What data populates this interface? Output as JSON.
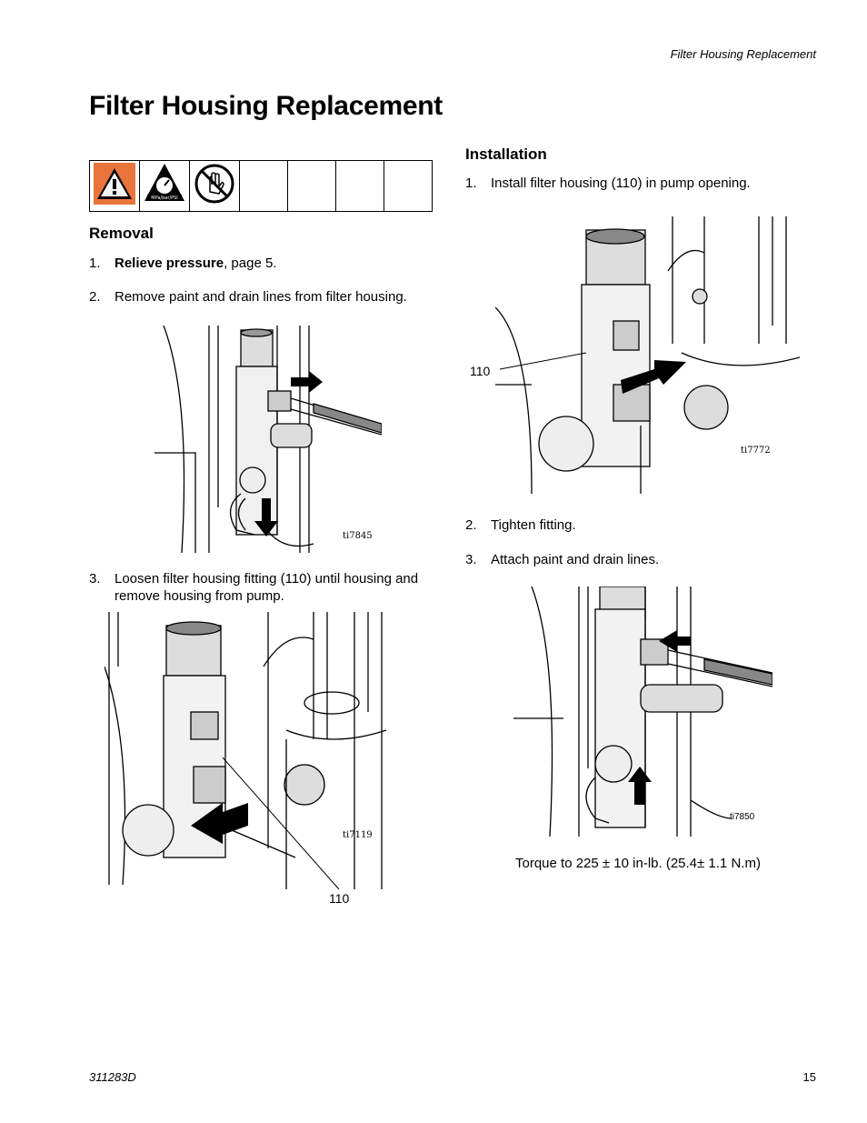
{
  "header": {
    "section_title": "Filter Housing Replacement"
  },
  "page": {
    "title": "Filter Housing Replacement"
  },
  "warning_icons": [
    {
      "name": "warning-triangle-icon"
    },
    {
      "name": "pressure-icon",
      "label": "MPa/bar/PSI"
    },
    {
      "name": "no-hand-icon"
    }
  ],
  "removal": {
    "heading": "Removal",
    "steps": [
      {
        "num": "1.",
        "bold": "Relieve pressure",
        "text": ", page 5."
      },
      {
        "num": "2.",
        "text": "Remove paint and drain lines from filter housing."
      },
      {
        "num": "3.",
        "text": "Loosen filter housing fitting (110) until housing and remove housing from pump."
      }
    ],
    "fig1_code": "ti7845",
    "fig2_code": "ti7119",
    "fig2_callout": "110"
  },
  "installation": {
    "heading": "Installation",
    "steps": [
      {
        "num": "1.",
        "text": "Install filter housing (110) in pump opening."
      },
      {
        "num": "2.",
        "text": "Tighten fitting."
      },
      {
        "num": "3.",
        "text": "Attach paint and drain lines."
      }
    ],
    "fig1_code": "ti7772",
    "fig1_callout": "110",
    "fig2_code": "ti7850",
    "torque_note": "Torque to 225 ± 10 in-lb. (25.4± 1.1 N.m)"
  },
  "footer": {
    "doc_number": "311283D",
    "page_number": "15"
  }
}
